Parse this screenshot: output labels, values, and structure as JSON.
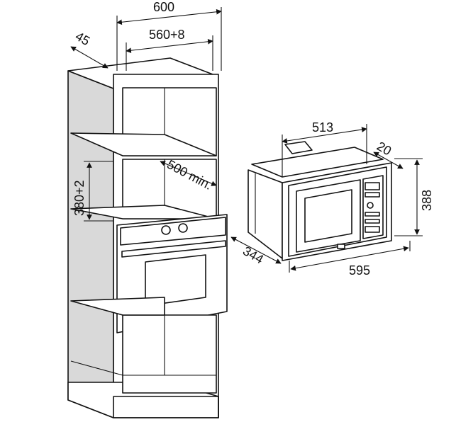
{
  "dimensions": {
    "cabinet_width": "600",
    "niche_width": "560+8",
    "cabinet_depth": "45",
    "niche_height": "380+2",
    "min_depth": "500 min.",
    "microwave_width": "513",
    "microwave_frame_width": "595",
    "microwave_height": "388",
    "microwave_depth": "344",
    "frame_offset": "20"
  }
}
